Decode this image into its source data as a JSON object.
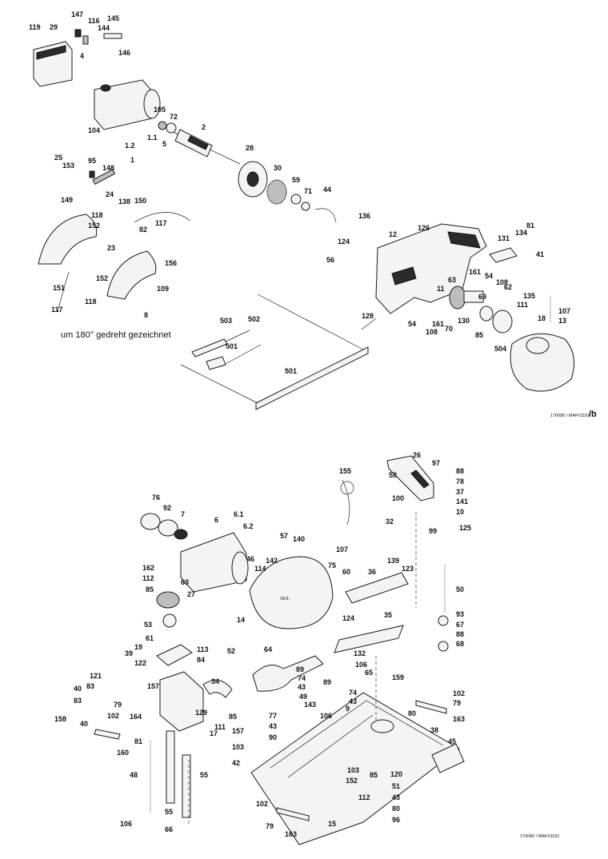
{
  "upper": {
    "note": "um 180° gedreht gezeichnet",
    "drawing_id": "170080 / MAF01161",
    "suffix": "/b",
    "labels": [
      "119",
      "29",
      "147",
      "116",
      "145",
      "144",
      "146",
      "4",
      "105",
      "72",
      "2",
      "1.1",
      "1.2",
      "1",
      "5",
      "104",
      "28",
      "30",
      "59",
      "71",
      "44",
      "25",
      "153",
      "95",
      "148",
      "24",
      "138",
      "150",
      "149",
      "118",
      "117",
      "82",
      "152",
      "23",
      "156",
      "151",
      "117",
      "152",
      "118",
      "109",
      "8",
      "136",
      "124",
      "56",
      "12",
      "126",
      "81",
      "134",
      "41",
      "131",
      "161",
      "54",
      "108",
      "62",
      "69",
      "63",
      "11",
      "130",
      "128",
      "54",
      "161",
      "108",
      "70",
      "85",
      "111",
      "135",
      "107",
      "13",
      "18",
      "504",
      "503",
      "502",
      "501"
    ]
  },
  "lower": {
    "drawing_id": "170080 / MAF01161",
    "labels": [
      "155",
      "26",
      "97",
      "88",
      "58",
      "78",
      "37",
      "100",
      "141",
      "10",
      "32",
      "125",
      "99",
      "107",
      "139",
      "123",
      "76",
      "92",
      "7",
      "6.1",
      "6",
      "6.2",
      "57",
      "140",
      "142",
      "46",
      "114",
      "75",
      "60",
      "36",
      "50",
      "162",
      "112",
      "63",
      "85",
      "27",
      "14",
      "124",
      "35",
      "93",
      "67",
      "88",
      "68",
      "53",
      "61",
      "19",
      "113",
      "84",
      "52",
      "132",
      "64",
      "39",
      "122",
      "121",
      "83",
      "40",
      "157",
      "34",
      "89",
      "74",
      "43",
      "49",
      "106",
      "65",
      "89",
      "74",
      "43",
      "159",
      "102",
      "79",
      "83",
      "40",
      "158",
      "79",
      "102",
      "164",
      "129",
      "85",
      "111",
      "17",
      "143",
      "106",
      "9",
      "80",
      "38",
      "163",
      "160",
      "81",
      "157",
      "103",
      "77",
      "43",
      "90",
      "45",
      "42",
      "48",
      "55",
      "103",
      "152",
      "85",
      "112",
      "120",
      "51",
      "43",
      "80",
      "96",
      "102",
      "79",
      "106",
      "66",
      "163",
      "15"
    ]
  }
}
